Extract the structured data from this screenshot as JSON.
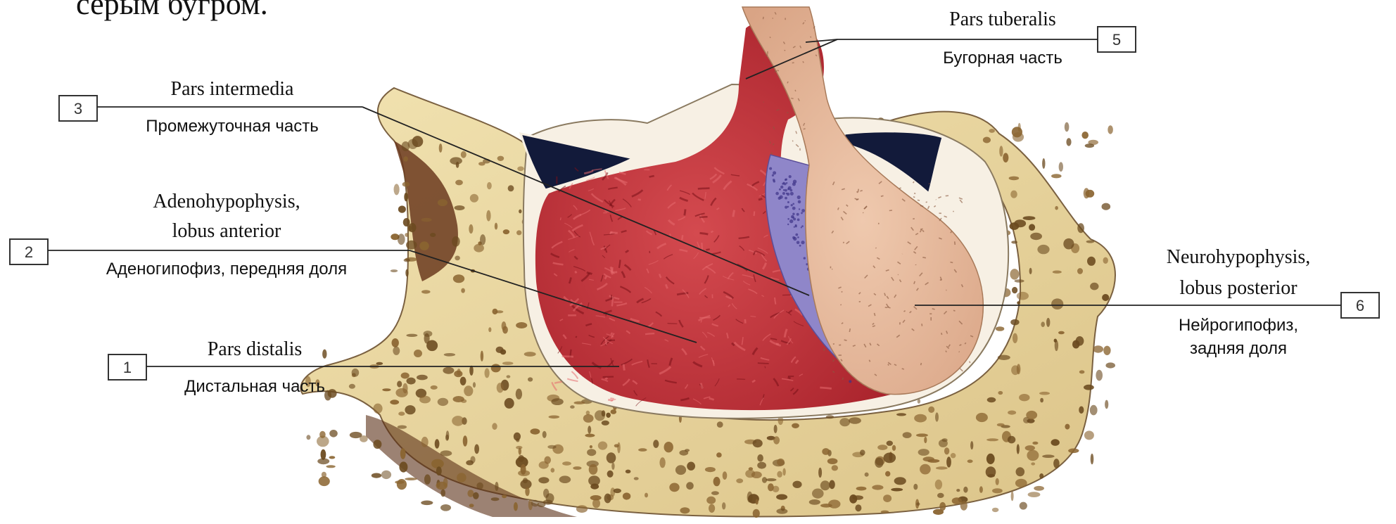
{
  "header_fragment": "серым бугром.",
  "labels": {
    "pars_tuberalis": {
      "number": "5",
      "latin": "Pars tuberalis",
      "russian": "Бугорная часть"
    },
    "pars_intermedia": {
      "number": "3",
      "latin": "Pars intermedia",
      "russian": "Промежуточная часть"
    },
    "adenohypophysis": {
      "number": "2",
      "latin_line1": "Adenohypophysis,",
      "latin_line2": "lobus anterior",
      "russian": "Аденогипофиз, передняя доля"
    },
    "pars_distalis": {
      "number": "1",
      "latin": "Pars distalis",
      "russian": "Дистальная часть"
    },
    "neurohypophysis": {
      "number": "6",
      "latin_line1": "Neurohypophysis,",
      "latin_line2": "lobus posterior",
      "russian_line1": "Нейрогипофиз,",
      "russian_line2": "задняя доля"
    }
  },
  "colors": {
    "bone": "#e9d7a1",
    "bone_pore": "#6b4a1f",
    "adenohypophysis": "#c8343b",
    "neurohypophysis": "#e4b89c",
    "pars_intermedia": "#8f86c9",
    "capsule": "#f7f0e4",
    "cavity": "#121a3a",
    "line": "#222222"
  }
}
